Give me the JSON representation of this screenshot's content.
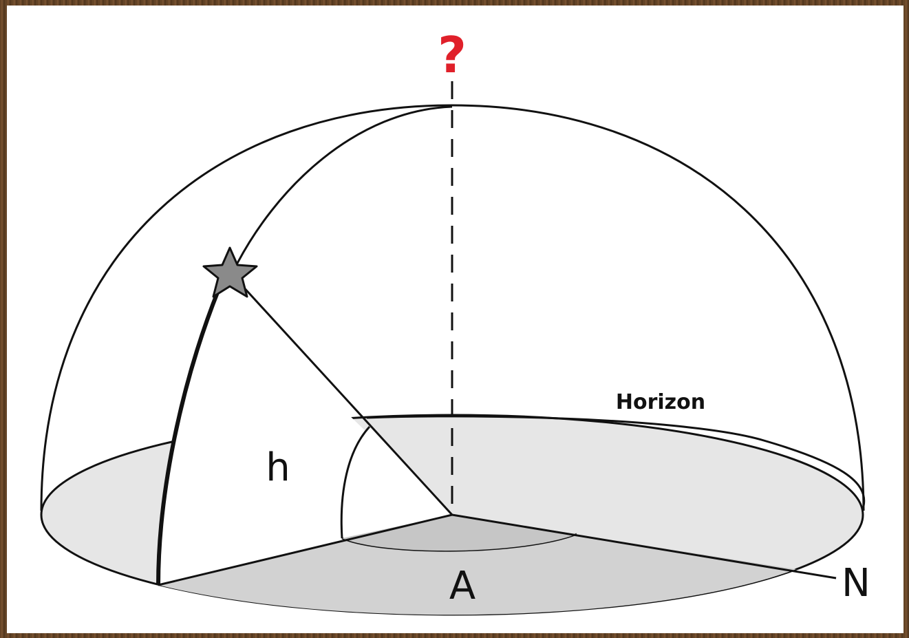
{
  "labels": {
    "question": "?",
    "horizon": "Horizon",
    "altitude": "h",
    "azimuth": "A",
    "north": "N"
  },
  "colors": {
    "question": "#e0202a",
    "outline": "#111111",
    "horizon_fill": "#e6e6e6",
    "azimuth_sector": "#d2d2d2",
    "star_fill": "#8a8a8a",
    "background_frame": "#6b4a2a"
  },
  "icons": {
    "star": "star-icon"
  }
}
